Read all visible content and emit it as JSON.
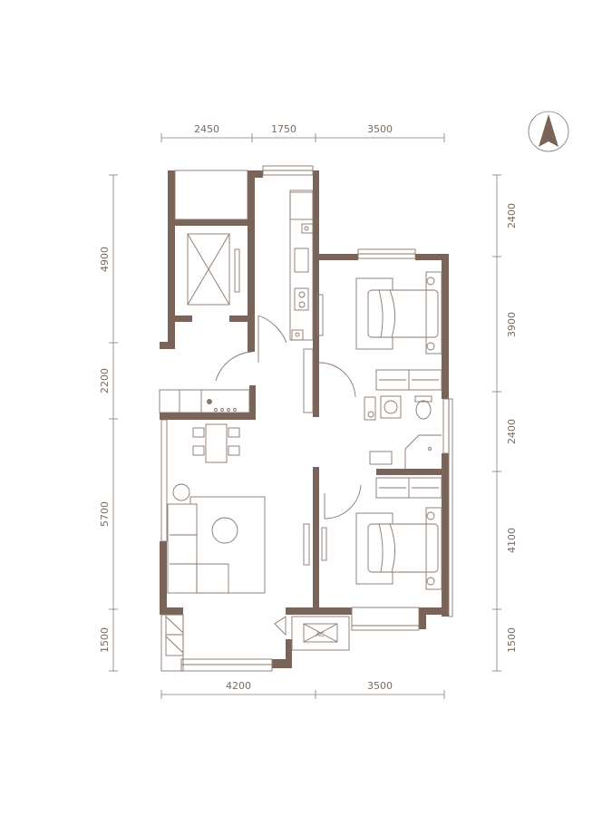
{
  "plan": {
    "compass_icon": "north-arrow",
    "ac_label": "AC",
    "dims_top": [
      "2450",
      "1750",
      "3500"
    ],
    "dims_bottom": [
      "4200",
      "3500"
    ],
    "dims_left": [
      "4900",
      "2200",
      "5700",
      "1500"
    ],
    "dims_right": [
      "2400",
      "3900",
      "2400",
      "4100",
      "1500"
    ],
    "colors": {
      "wall": "#7a6459",
      "line": "#8a766a",
      "text": "#7a6a5f"
    }
  }
}
